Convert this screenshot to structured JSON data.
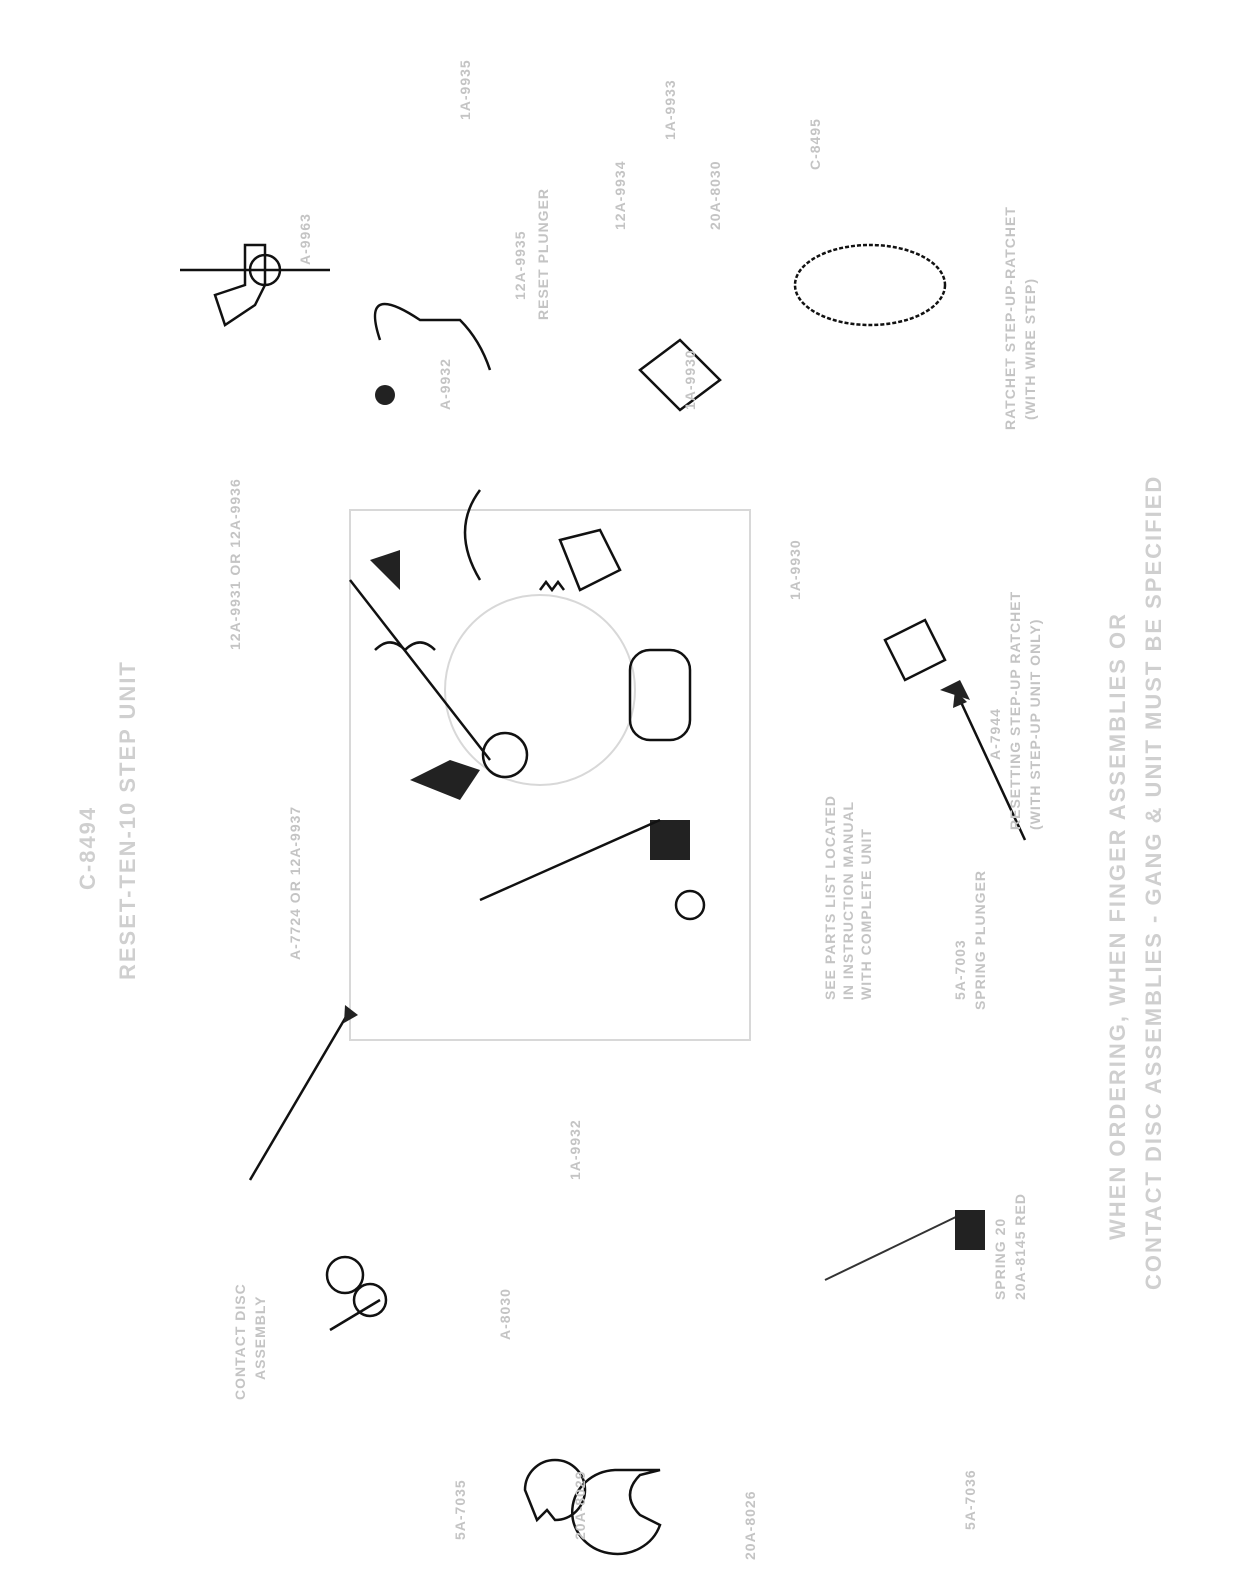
{
  "title": {
    "part_number": "C-8494",
    "name": "RESET-TEN-10 STEP UNIT"
  },
  "note": {
    "line1": "WHEN ORDERING, WHEN FINGER ASSEMBLIES OR",
    "line2": "CONTACT DISC ASSEMBLIES - GANG & UNIT MUST BE SPECIFIED"
  },
  "labels": {
    "top_lever": "A-9963",
    "top_small": "12A-9934",
    "reset_plunger_num": "12A-9935",
    "reset_plunger": "RESET PLUNGER",
    "top_pin": "1A-9935",
    "top_bracket": "1A-9933",
    "top_clip": "20A-8030",
    "top_gear_right": "C-8495",
    "hook_lever": "A-9932",
    "bracket_small": "1A-9930",
    "gear_label1": "RATCHET STEP-UP-RATCHET",
    "gear_label2": "(WITH WIRE STEP)",
    "center_top": "12A-9931 OR 12A-9936",
    "center_left": "A-7724 OR 12A-9937",
    "center_bottom": "1A-9930",
    "manual1": "SEE PARTS LIST LOCATED",
    "manual2": "IN INSTRUCTION MANUAL",
    "manual3": "WITH COMPLETE UNIT",
    "stepup1": "A-7944",
    "stepup2": "RESETTING STEP-UP RATCHET",
    "stepup3": "(WITH STEP-UP UNIT ONLY)",
    "coil1": "5A-7003",
    "coil2": "SPRING PLUNGER",
    "left_assy1": "CONTACT DISC",
    "left_assy2": "ASSEMBLY",
    "left_part": "A-8030",
    "left_bar": "1A-9932",
    "spring1": "SPRING 20",
    "spring2": "20A-8145 RED",
    "clip_small": "20A-8029",
    "clip_large": "20A-8026",
    "washer": "5A-7035",
    "nut": "5A-7036"
  }
}
